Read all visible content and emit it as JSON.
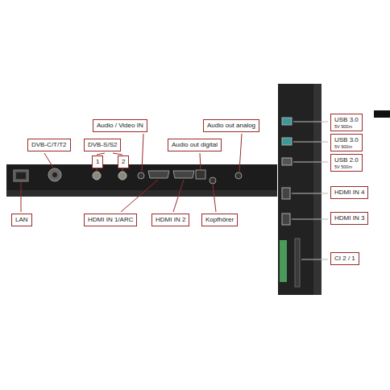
{
  "diagram": {
    "nodes": [
      {
        "text": [
          "DVB-C/T/T2"
        ]
      },
      {
        "text": [
          "DVB-S/S2"
        ]
      },
      {
        "text": [
          "1"
        ]
      },
      {
        "text": [
          "2"
        ]
      },
      {
        "text": [
          "Audio / Video IN"
        ]
      },
      {
        "text": [
          "Audio out digital"
        ]
      },
      {
        "text": [
          "Audio out analog"
        ]
      },
      {
        "text": [
          "LAN"
        ]
      },
      {
        "text": [
          "HDMI IN 1/ARC"
        ]
      },
      {
        "text": [
          "HDMI IN 2"
        ]
      },
      {
        "text": [
          "Kopfhörer"
        ]
      },
      {
        "text": [
          "USB 3.0",
          "5V 900m"
        ]
      },
      {
        "text": [
          "USB 3.0",
          "5V 900m"
        ]
      },
      {
        "text": [
          "USB 2.0",
          "5V 500m"
        ]
      },
      {
        "text": [
          "HDMI IN 4"
        ]
      },
      {
        "text": [
          "HDMI IN 3"
        ]
      },
      {
        "text": [
          "CI 2 / 1"
        ]
      }
    ]
  }
}
